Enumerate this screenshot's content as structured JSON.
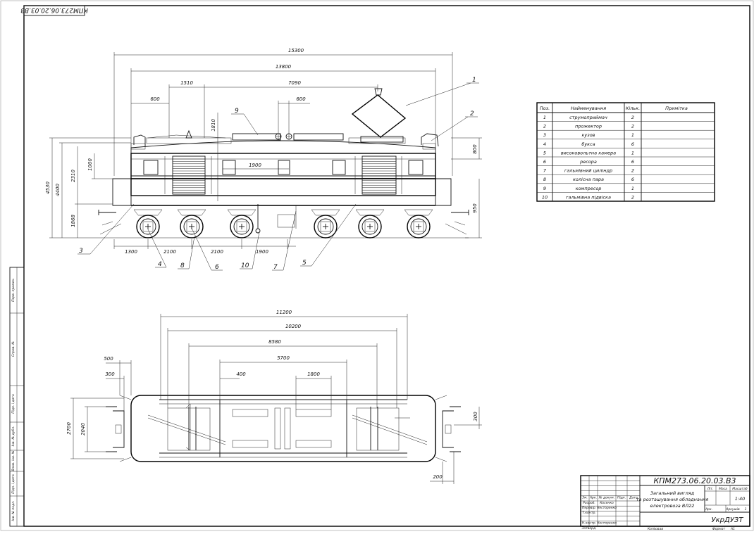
{
  "drawing": {
    "corner_stamp": "КПМ273.06.20.03.В3",
    "designation": "КПМ273.06.20.03.В3",
    "title_lines": [
      "Загальний вигляд",
      "та розташування обладнання",
      "електровоза ВЛ22"
    ],
    "org": "УкрДУЗТ",
    "lit_label": "Літ.",
    "mass_label": "Маса",
    "scale_label": "Масштаб",
    "scale_value": "1:40",
    "sheet_label": "Арк.",
    "sheets_label": "Аркушів",
    "sheets_value": "1",
    "copied_label": "Копіював",
    "format_label": "Формат",
    "format_value": "А1"
  },
  "side_view": {
    "dims": {
      "overall": "15300",
      "body": "13800",
      "d1510": "1510",
      "d7090": "7090",
      "d600a": "600",
      "d600b": "600",
      "d1810": "1810",
      "d1900_top": "1900",
      "h4530": "4530",
      "h4400": "4400",
      "h2310": "2310",
      "h1000": "1000",
      "h1868": "1868",
      "h800": "800",
      "h950": "950",
      "b1300": "1300",
      "b2100a": "2100",
      "b2100b": "2100",
      "b1900": "1900"
    },
    "callouts": [
      "1",
      "2",
      "3",
      "4",
      "5",
      "6",
      "7",
      "8",
      "9",
      "10"
    ]
  },
  "plan_view": {
    "dims": {
      "d11200": "11200",
      "d10200": "10200",
      "d8580": "8580",
      "d5700": "5700",
      "d500": "500",
      "d300": "300",
      "d400": "400",
      "d1800": "1800",
      "w2700": "2700",
      "w2040": "2040",
      "d300r": "300",
      "d200": "200"
    }
  },
  "parts_table": {
    "headers": [
      "Поз.",
      "Найменування",
      "Кільк.",
      "Примітка"
    ],
    "rows": [
      [
        "1",
        "струмоприймач",
        "2",
        ""
      ],
      [
        "2",
        "прожектор",
        "2",
        ""
      ],
      [
        "3",
        "кузов",
        "1",
        ""
      ],
      [
        "4",
        "букса",
        "6",
        ""
      ],
      [
        "5",
        "високовольтна камера",
        "1",
        ""
      ],
      [
        "6",
        "ресора",
        "6",
        ""
      ],
      [
        "7",
        "гальмівний циліндр",
        "2",
        ""
      ],
      [
        "8",
        "колісна пара",
        "6",
        ""
      ],
      [
        "9",
        "компресор",
        "1",
        ""
      ],
      [
        "10",
        "гальмівна підвіска",
        "2",
        ""
      ]
    ]
  },
  "title_block_rows": {
    "headers": [
      "Зм.",
      "Арк.",
      "№ докум.",
      "Підп.",
      "Дата"
    ],
    "roles": [
      [
        "Розроб.",
        "Косенко"
      ],
      [
        "Перевір.",
        "Несторенко"
      ],
      [
        "Т.контр.",
        ""
      ],
      [
        "",
        ""
      ],
      [
        "Н.контр.",
        "Несторенко"
      ],
      [
        "Затверд.",
        ""
      ]
    ]
  },
  "left_strip": {
    "labels": [
      "Перв. примен.",
      "Справ. №",
      "Підп. і дата",
      "Інв. № дубл.",
      "Взам. інв. №",
      "Підп. і дата",
      "Інв. № подл."
    ]
  }
}
